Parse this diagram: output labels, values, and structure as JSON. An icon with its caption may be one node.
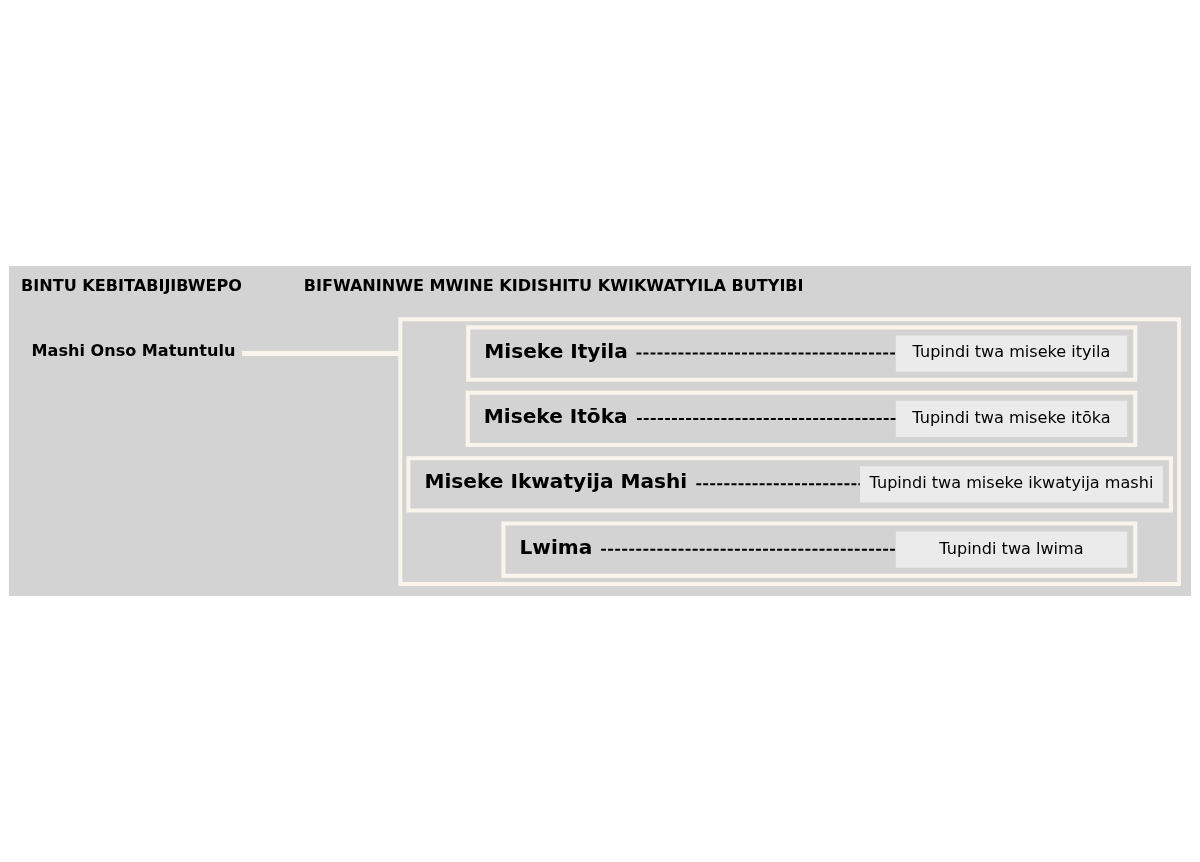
{
  "diagram": {
    "nodes": [
      {
        "text": [
          "Mashi Onso Matuntulu"
        ]
      },
      {
        "text": [],
        "shape": "box"
      },
      {
        "text": [],
        "shape": "box",
        "in": 1
      },
      {
        "text": [
          "Miseke Ityila"
        ],
        "in": 2
      },
      {
        "text": [
          "Tupindi twa miseke ityila"
        ],
        "in": 2
      },
      {
        "text": [],
        "shape": "box",
        "in": 1
      },
      {
        "text": [
          "Miseke Itōka"
        ],
        "in": 5
      },
      {
        "text": [
          "Tupindi twa miseke itōka"
        ],
        "in": 5
      },
      {
        "text": [],
        "shape": "box",
        "in": 1
      },
      {
        "text": [
          "Miseke Ikwatyija Mashi"
        ],
        "in": 8
      },
      {
        "text": [
          "Tupindi twa miseke ikwatyija mashi"
        ],
        "in": 8
      },
      {
        "text": [],
        "shape": "box",
        "in": 1
      },
      {
        "text": [
          "Lwima"
        ],
        "in": 11
      },
      {
        "text": [
          "Tupindi twa lwima"
        ],
        "in": 11
      }
    ],
    "edges": [
      {
        "from": 0,
        "to": 1,
        "arrow": "none",
        "style": "thick",
        "color": "#faf5ec"
      },
      {
        "from": 3,
        "to": 4,
        "arrow": "none",
        "style": "dashed"
      },
      {
        "from": 6,
        "to": 7,
        "arrow": "none",
        "style": "dashed"
      },
      {
        "from": 9,
        "to": 10,
        "arrow": "none",
        "style": "dashed"
      },
      {
        "from": 12,
        "to": 13,
        "arrow": "none",
        "style": "dashed"
      }
    ],
    "labels": [
      "BINTU KEBITABIJIBWEPO",
      "BIFWANINWE MWINE KIDISHITU KWIKWATYILA BUTYIBI"
    ]
  }
}
